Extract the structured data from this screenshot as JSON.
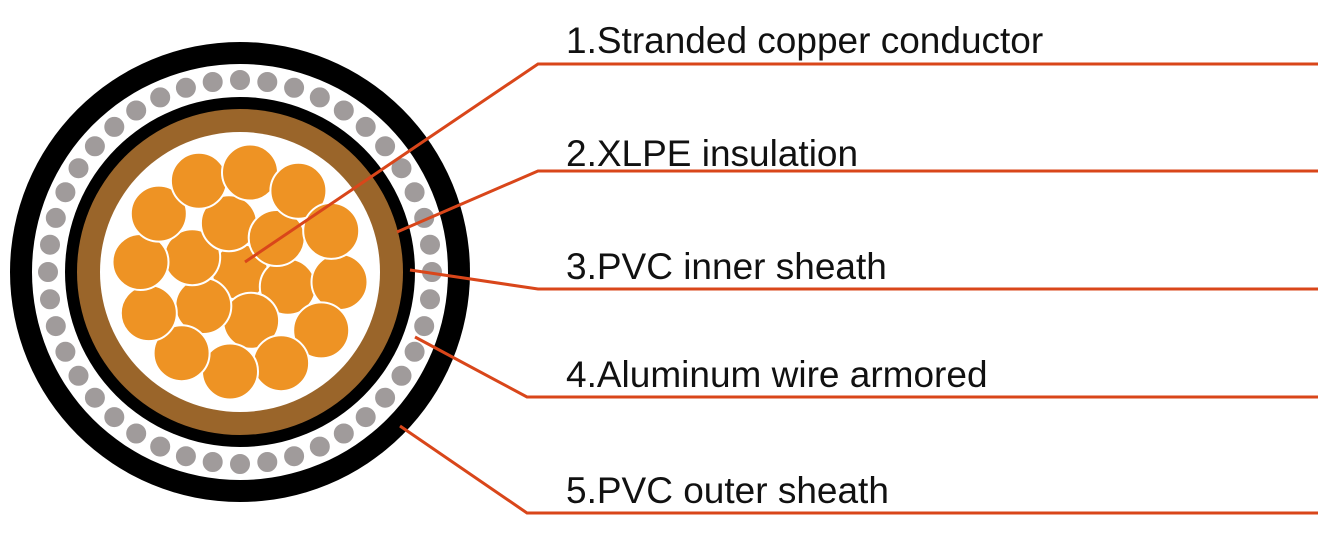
{
  "labels": [
    "1.Stranded copper conductor",
    "2.XLPE insulation",
    "3.PVC inner sheath",
    "4.Aluminum wire armored",
    "5.PVC outer sheath"
  ],
  "layers": [
    {
      "name": "outer_sheath",
      "color": "#000000"
    },
    {
      "name": "armor_wire",
      "color": "#a09b9b"
    },
    {
      "name": "inner_sheath",
      "color": "#000000"
    },
    {
      "name": "insulation",
      "color": "#9a652a"
    },
    {
      "name": "filler",
      "color": "#ffffff"
    },
    {
      "name": "conductor_strand",
      "color": "#ee9324"
    }
  ],
  "colors": {
    "leader_line": "#d9461a",
    "strand_outline": "#ffffff",
    "armor_outline": "#ffffff"
  },
  "armor": {
    "wire_count": 44
  },
  "conductor": {
    "strand_count": 19
  }
}
